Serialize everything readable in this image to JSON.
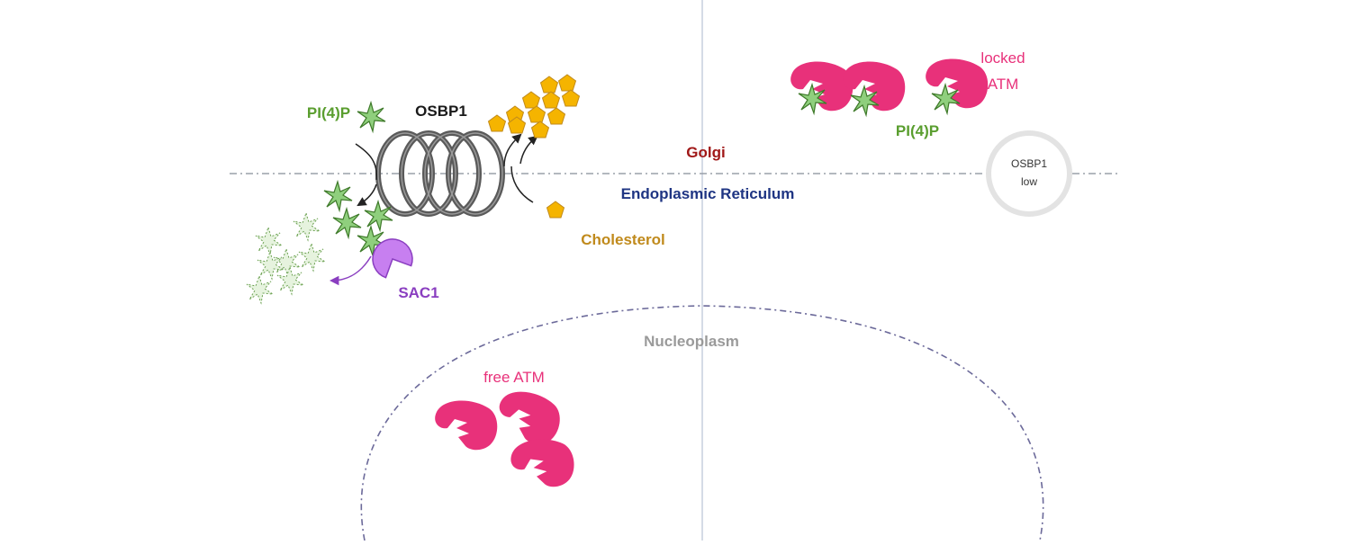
{
  "labels": {
    "pi4p_left": "PI(4)P",
    "osbp1": "OSBP1",
    "golgi": "Golgi",
    "er": "Endoplasmic Reticulum",
    "cholesterol": "Cholesterol",
    "sac1": "SAC1",
    "nucleoplasm": "Nucleoplasm",
    "free_atm": "free ATM",
    "locked_atm_line1": "locked",
    "locked_atm_line2": "ATM",
    "pi4p_right": "PI(4)P",
    "osbp1_low_line1": "OSBP1",
    "osbp1_low_line2": "low"
  },
  "colors": {
    "pi4p": "#5a9e2f",
    "osbp1": "#1a1a1a",
    "golgi": "#a01818",
    "er": "#1f3583",
    "cholesterol": "#c08a1c",
    "cholesterol_fill": "#f5b400",
    "sac1": "#8a3ec0",
    "sac1_fill": "#c77ff0",
    "nucleoplasm": "#9a9a9a",
    "atm": "#e8317a",
    "star_fill": "#8fcf7d",
    "star_stroke": "#3f7a2a",
    "helix": "#5a5a5a"
  }
}
